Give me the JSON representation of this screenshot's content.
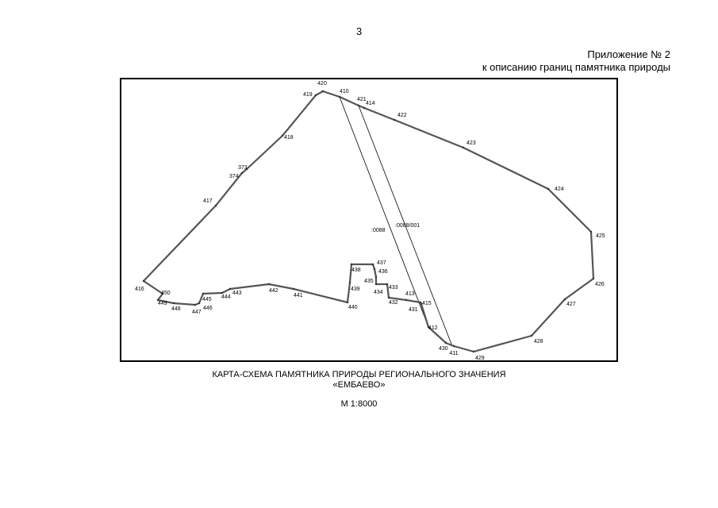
{
  "page_number": "3",
  "appendix": {
    "line1": "Приложение № 2",
    "line2": "к описанию границ памятника природы"
  },
  "map": {
    "boundary_color": "#555555",
    "parcel_labels": [
      ":0088",
      ":0088/001"
    ],
    "points": [
      {
        "id": "420",
        "label": "420"
      },
      {
        "id": "410",
        "label": "410"
      },
      {
        "id": "421",
        "label": "421"
      },
      {
        "id": "414",
        "label": "414"
      },
      {
        "id": "422",
        "label": "422"
      },
      {
        "id": "423",
        "label": "423"
      },
      {
        "id": "424",
        "label": "424"
      },
      {
        "id": "425",
        "label": "425"
      },
      {
        "id": "426",
        "label": "426"
      },
      {
        "id": "427",
        "label": "427"
      },
      {
        "id": "428",
        "label": "428"
      },
      {
        "id": "429",
        "label": "429"
      },
      {
        "id": "411",
        "label": "411"
      },
      {
        "id": "430",
        "label": "430"
      },
      {
        "id": "412",
        "label": "412"
      },
      {
        "id": "431",
        "label": "431"
      },
      {
        "id": "415",
        "label": "415"
      },
      {
        "id": "413",
        "label": "413"
      },
      {
        "id": "432",
        "label": "432"
      },
      {
        "id": "433",
        "label": "433"
      },
      {
        "id": "434",
        "label": "434"
      },
      {
        "id": "435",
        "label": "435"
      },
      {
        "id": "436",
        "label": "436"
      },
      {
        "id": "437",
        "label": "437"
      },
      {
        "id": "438",
        "label": "438"
      },
      {
        "id": "439",
        "label": "439"
      },
      {
        "id": "440",
        "label": "440"
      },
      {
        "id": "441",
        "label": "441"
      },
      {
        "id": "442",
        "label": "442"
      },
      {
        "id": "443",
        "label": "443"
      },
      {
        "id": "444",
        "label": "444"
      },
      {
        "id": "445",
        "label": "445"
      },
      {
        "id": "446",
        "label": "446"
      },
      {
        "id": "447",
        "label": "447"
      },
      {
        "id": "448",
        "label": "448"
      },
      {
        "id": "449",
        "label": "449"
      },
      {
        "id": "450",
        "label": "450"
      },
      {
        "id": "416",
        "label": "416"
      },
      {
        "id": "417",
        "label": "417"
      },
      {
        "id": "374",
        "label": "374"
      },
      {
        "id": "373",
        "label": "373"
      },
      {
        "id": "418",
        "label": "418"
      },
      {
        "id": "419",
        "label": "419"
      }
    ]
  },
  "caption": {
    "line1": "КАРТА-СХЕМА ПАМЯТНИКА ПРИРОДЫ РЕГИОНАЛЬНОГО ЗНАЧЕНИЯ",
    "line2": "«ЕМБАЕВО»"
  },
  "scale": "М 1:8000"
}
